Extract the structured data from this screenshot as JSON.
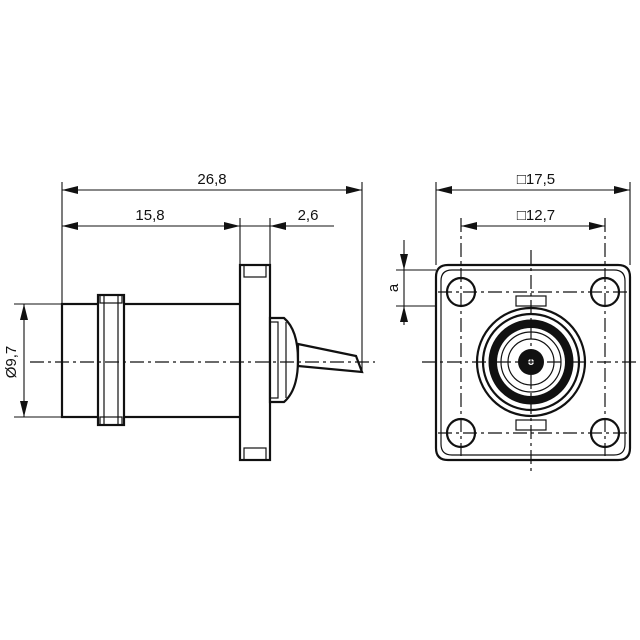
{
  "drawing": {
    "side_view": {
      "overall_length": "26,8",
      "body_length": "15,8",
      "pin_length": "2,6",
      "body_diameter": "Ø9,7"
    },
    "front_view": {
      "flange_width": "□17,5",
      "hole_spacing": "□12,7",
      "hole_offset_label": "a"
    }
  }
}
